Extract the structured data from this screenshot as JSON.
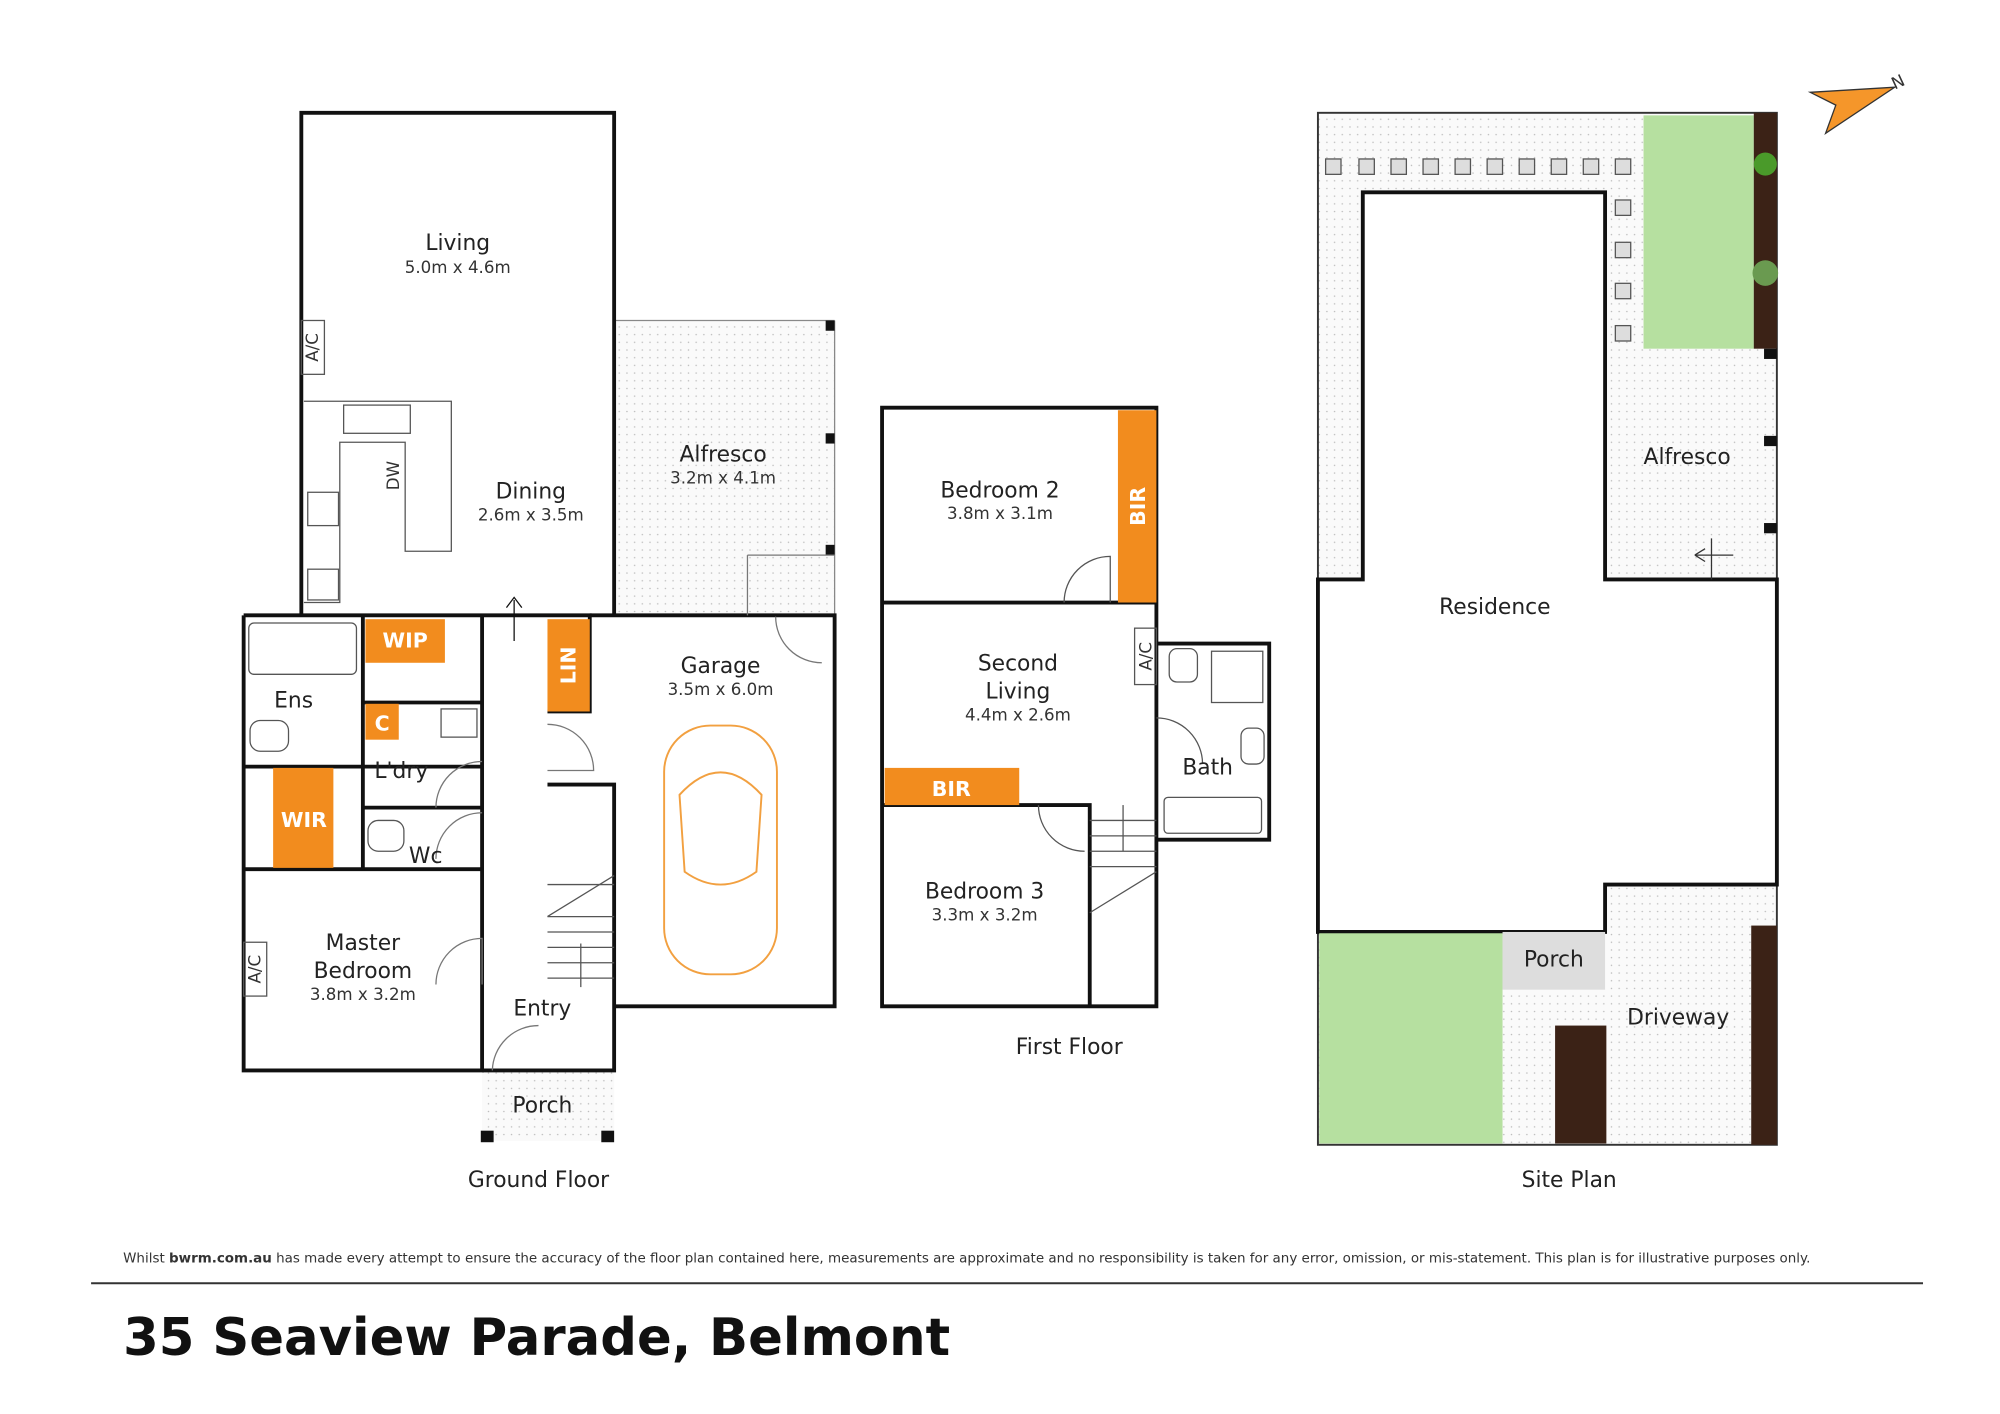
{
  "rooms": {
    "living": {
      "name": "Living",
      "dims": "5.0m x 4.6m"
    },
    "dining": {
      "name": "Dining",
      "dims": "2.6m x 3.5m"
    },
    "alfresco": {
      "name": "Alfresco",
      "dims": "3.2m x 4.1m"
    },
    "garage": {
      "name": "Garage",
      "dims": "3.5m x 6.0m"
    },
    "master": {
      "name_line1": "Master",
      "name_line2": "Bedroom",
      "dims": "3.8m x 3.2m"
    },
    "ens": "Ens",
    "ldry": "L'dry",
    "wc": "Wc",
    "entry": "Entry",
    "porch": "Porch",
    "wip": "WIP",
    "lin": "LIN",
    "c": "C",
    "wir": "WIR",
    "ac": "A/C",
    "dw": "DW",
    "bed2": {
      "name": "Bedroom 2",
      "dims": "3.8m x 3.1m"
    },
    "bed3": {
      "name": "Bedroom 3",
      "dims": "3.3m x 3.2m"
    },
    "second_living": {
      "name_line1": "Second",
      "name_line2": "Living",
      "dims": "4.4m x 2.6m"
    },
    "bir": "BIR",
    "bath": "Bath"
  },
  "site": {
    "alfresco": "Alfresco",
    "residence": "Residence",
    "porch": "Porch",
    "driveway": "Driveway",
    "north": "N"
  },
  "captions": {
    "ground": "Ground Floor",
    "first": "First Floor",
    "site": "Site Plan"
  },
  "footer": {
    "disclaimer_prefix": "Whilst ",
    "disclaimer_brand": "bwrm.com.au",
    "disclaimer_rest": " has made every attempt to ensure the accuracy of the floor plan contained here, measurements are approximate and no responsibility is taken for any error, omission, or mis-statement. This plan is for illustrative purposes only.",
    "address": "35 Seaview Parade, Belmont"
  },
  "colors": {
    "accent": "#f28c1e",
    "grass": "#b6e0a0",
    "garden_bed": "#3b2216"
  }
}
